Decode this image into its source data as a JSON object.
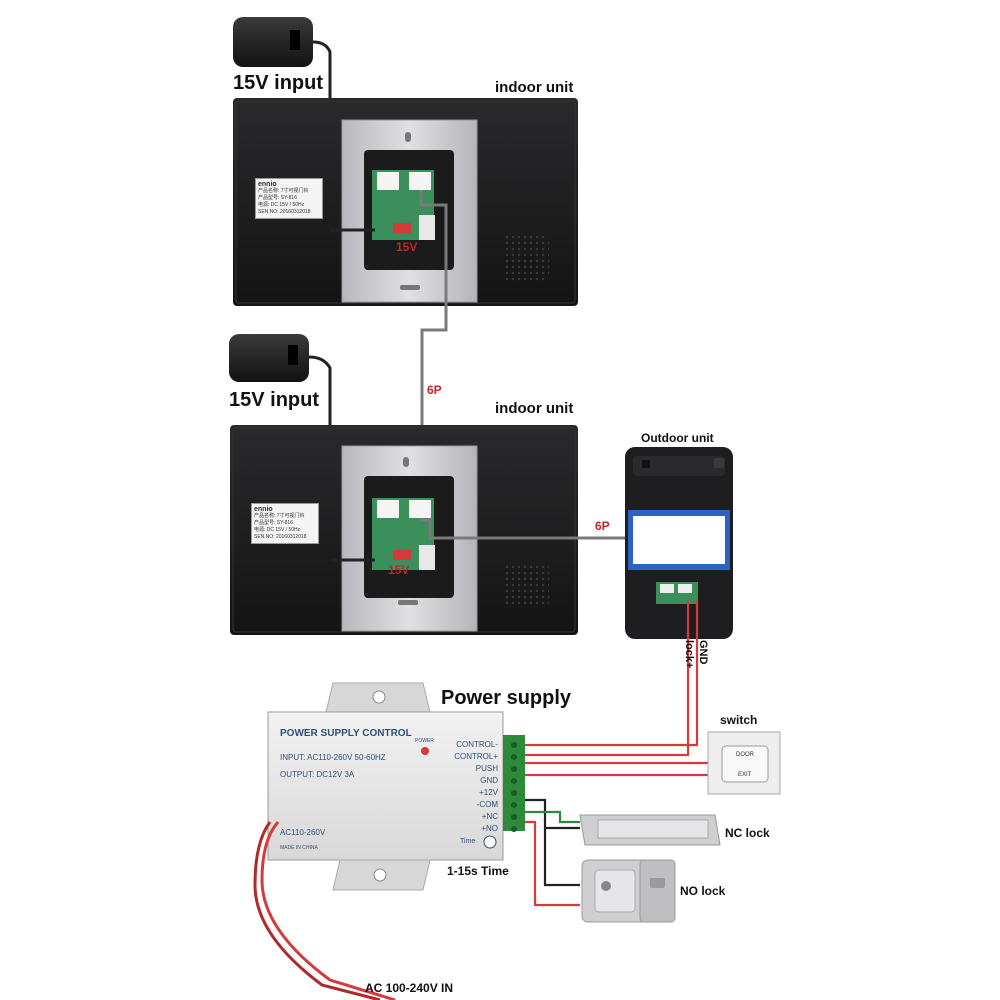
{
  "labels": {
    "input_top": "15V input",
    "input_bottom": "15V input",
    "indoor_top": "indoor unit",
    "indoor_bottom": "indoor unit",
    "outdoor": "Outdoor unit",
    "cable_6p_vertical": "6P",
    "cable_6p_outdoor": "6P",
    "volt_top": "15V",
    "volt_bottom": "15V",
    "lock_plus": "lock+",
    "gnd": "GND",
    "power_supply": "Power supply",
    "switch": "switch",
    "nc_lock": "NC lock",
    "no_lock": "NO lock",
    "time": "1-15s Time",
    "ac_in": "AC 100-240V IN"
  },
  "psu": {
    "title": "POWER SUPPLY CONTROL",
    "input": "INPUT: AC110-260V 50-60HZ",
    "output": "OUTPUT: DC12V 3A",
    "power": "POWER",
    "ac": "AC110-260V",
    "made": "MADE IN CHINA",
    "time": "Time",
    "terminals": [
      "CONTROL-",
      "CONTROL+",
      "PUSH",
      "GND",
      "+12V",
      "-COM",
      "+NC",
      "+NO"
    ]
  },
  "nameplate": {
    "brand": "ennio",
    "line1": "产品名称: 7寸可视门铃",
    "line2": "产品型号: SY-816",
    "line3": "电源: DC 15V / 50Hz",
    "line4": "SEN.NO: 20160312018"
  },
  "exit_button": {
    "top": "DOOR",
    "bottom": "EXIT"
  },
  "colors": {
    "wire_red": "#d63a3a",
    "wire_gray": "#7a7a7a",
    "wire_black": "#222222",
    "wire_green": "#2c8a3a",
    "monitor_body": "#1d1d1f",
    "bracket": "#c9c9cc",
    "pcb": "#3b8f5a",
    "outdoor_blue": "#2a63c4"
  }
}
